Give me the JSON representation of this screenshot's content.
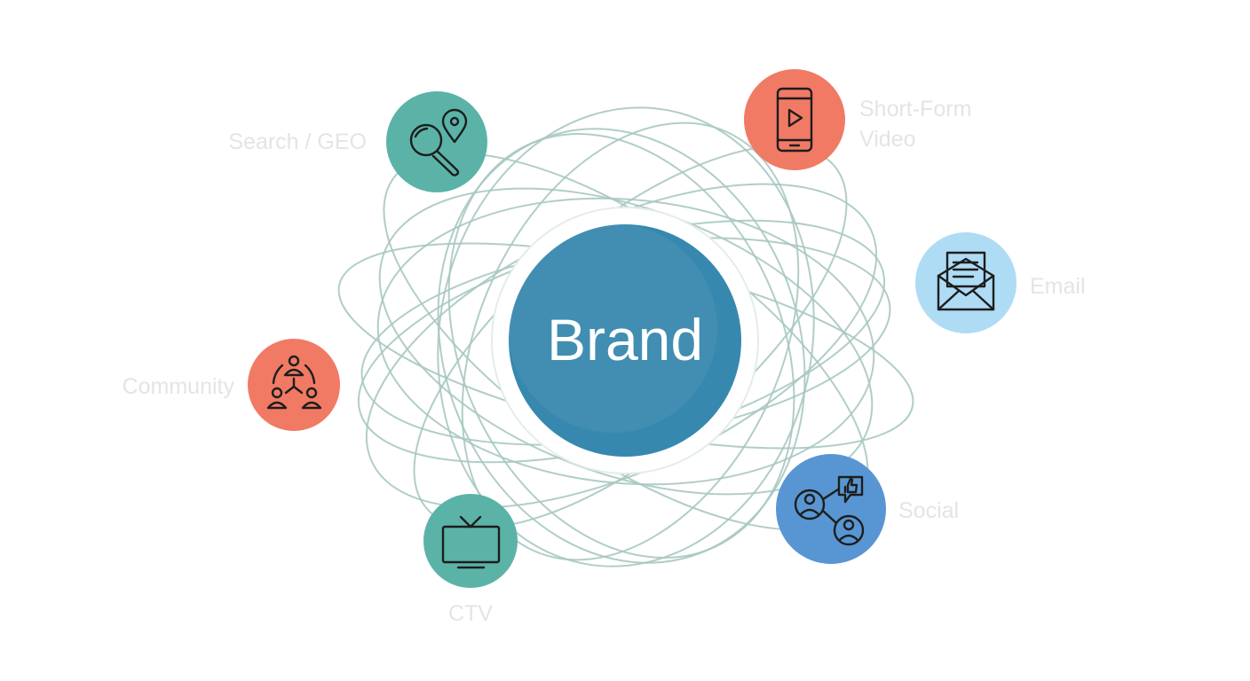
{
  "brand": {
    "label": "Brand",
    "color": "#3788ae"
  },
  "channels": [
    {
      "id": "search",
      "label_lines": [
        "Search / GEO"
      ],
      "icon": "search-location-icon",
      "color": "#5bb3a8"
    },
    {
      "id": "short-form-video",
      "label_lines": [
        "Short-Form",
        "Video"
      ],
      "icon": "phone-play-icon",
      "color": "#f17a64"
    },
    {
      "id": "email",
      "label_lines": [
        "Email"
      ],
      "icon": "envelope-icon",
      "color": "#aedcf5"
    },
    {
      "id": "social",
      "label_lines": [
        "Social"
      ],
      "icon": "social-network-icon",
      "color": "#5896d3"
    },
    {
      "id": "ctv",
      "label_lines": [
        "CTV"
      ],
      "icon": "tv-icon",
      "color": "#5bb3a8"
    },
    {
      "id": "community",
      "label_lines": [
        "Community"
      ],
      "icon": "community-icon",
      "color": "#f17a64"
    }
  ],
  "colors": {
    "orbit_lines": "#a9c8c2",
    "label_text": "#e4e4e4",
    "icon_stroke": "#1d1d1d",
    "background": "#ffffff"
  }
}
